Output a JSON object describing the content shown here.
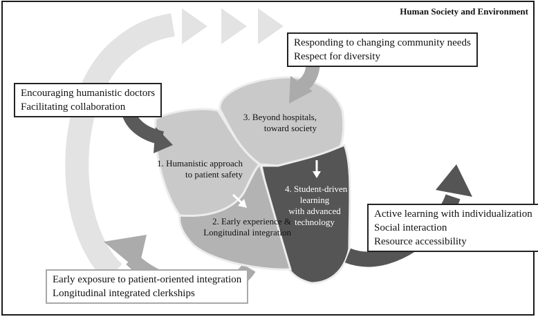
{
  "frame": {
    "title": "Human Society and Environment"
  },
  "boxes": {
    "community": {
      "line1": "Responding to changing community needs",
      "line2": "Respect for diversity"
    },
    "humanistic": {
      "line1": "Encouraging humanistic doctors",
      "line2": "Facilitating collaboration"
    },
    "active": {
      "line1": "Active learning with individualization",
      "line2": "Social interaction",
      "line3": "Resource accessibility"
    },
    "early": {
      "line1": "Early exposure to patient-oriented integration",
      "line2": "Longitudinal integrated clerkships"
    }
  },
  "segments": {
    "s1": {
      "line1": "1. Humanistic approach",
      "line2": "to patient safety"
    },
    "s2": {
      "line1": "2. Early experience &",
      "line2": "Longitudinal integration"
    },
    "s3": {
      "line1": "3. Beyond hospitals,",
      "line2": "toward society"
    },
    "s4": {
      "line1": "4. Student-driven",
      "line2": "learning",
      "line3": "with advanced",
      "line4": "technology"
    }
  },
  "colors": {
    "frame": "#1a1a1a",
    "outer_cycle": "#e3e3e3",
    "segment_light": "#c9c9c9",
    "segment_mid": "#b3b3b3",
    "segment_dark": "#555555",
    "arrow_dark": "#5a5a5a",
    "arrow_mid": "#ababab"
  }
}
